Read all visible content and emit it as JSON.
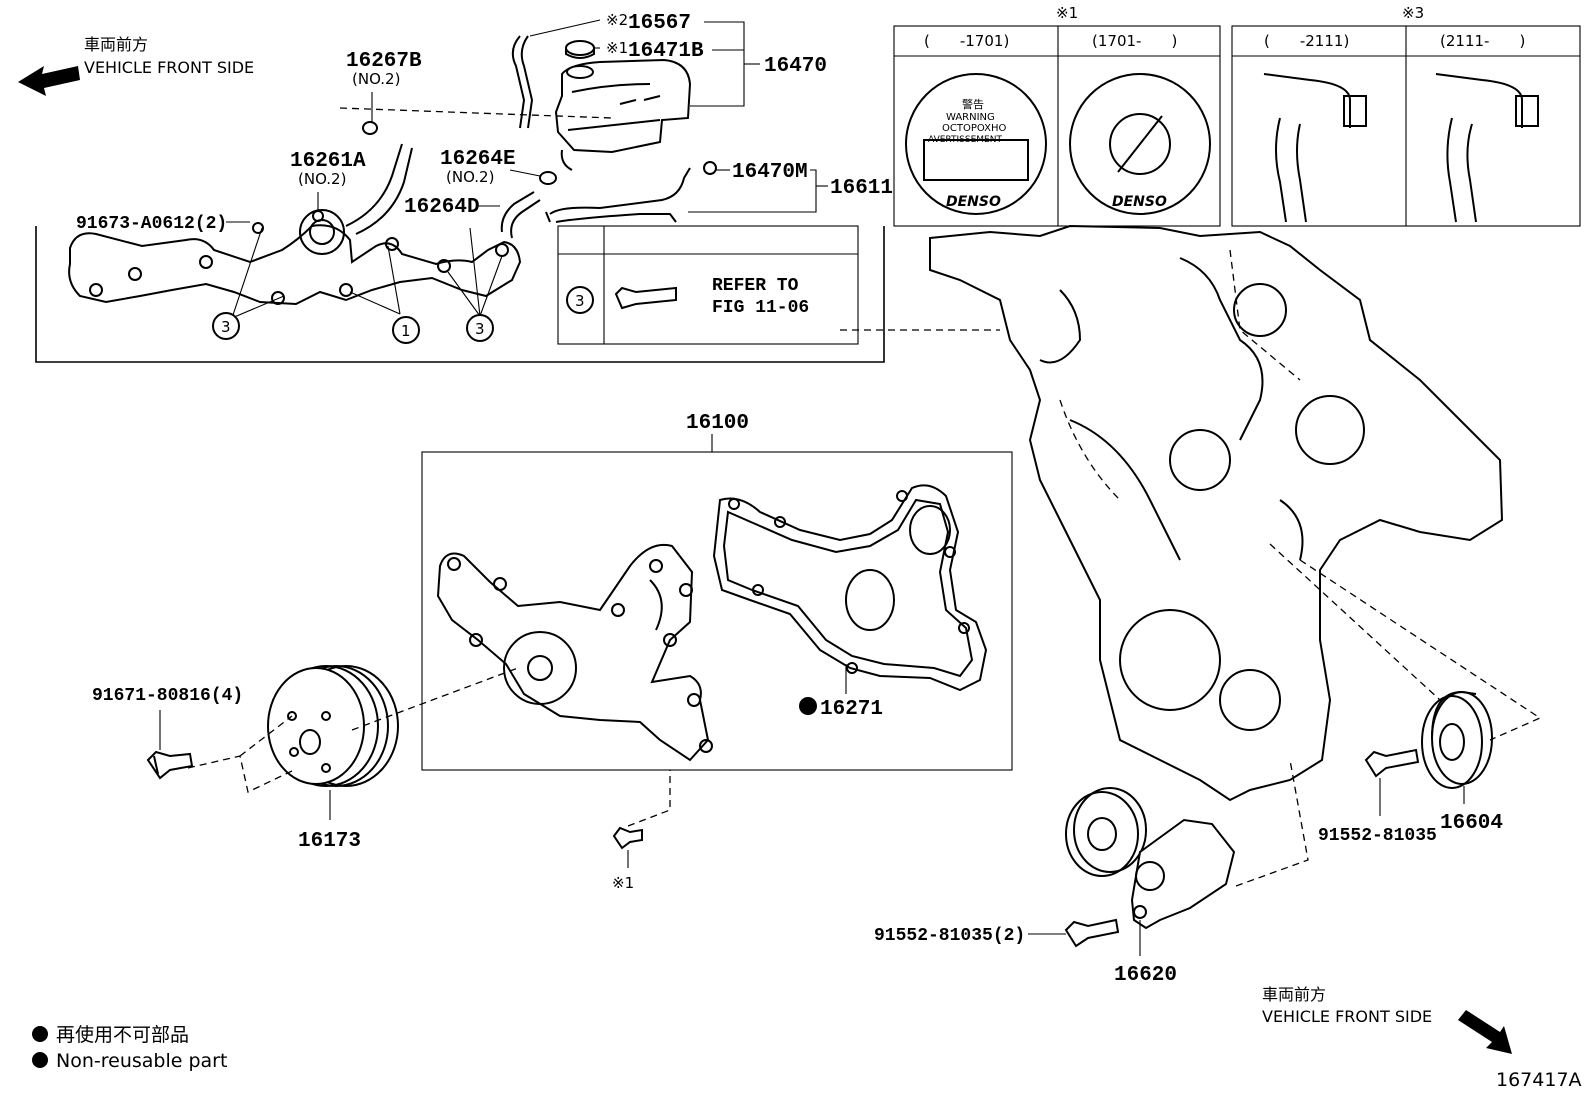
{
  "direction_labels": {
    "top_left_jp": "車両前方",
    "top_left_en": "VEHICLE FRONT SIDE",
    "bottom_right_jp": "車両前方",
    "bottom_right_en": "VEHICLE FRONT SIDE"
  },
  "parts": {
    "p16567": "16567",
    "p16567_note": "※2",
    "p16471B": "16471B",
    "p16471B_note": "※1",
    "p16470": "16470",
    "p16267B": "16267B",
    "p16267B_sub": "(NO.2)",
    "p16261A": "16261A",
    "p16261A_sub": "(NO.2)",
    "p16264E": "16264E",
    "p16264E_sub": "(NO.2)",
    "p16264D": "16264D",
    "p16470M": "16470M",
    "p16611": "16611",
    "p91673": "91673-A0612(2)",
    "p16100": "16100",
    "p16271": "16271",
    "p91671": "91671-80816(4)",
    "p16173": "16173",
    "p16620": "16620",
    "p16604": "16604",
    "p91552a": "91552-81035",
    "p91552b": "91552-81035(2)",
    "note_x1": "※1"
  },
  "callouts": {
    "c1": "1",
    "c3": "3"
  },
  "refer_box": {
    "line1": "REFER TO",
    "line2": "FIG 11-06",
    "callout": "3"
  },
  "variant_tables": {
    "table1_note": "※1",
    "table1_col1": "(　　-1701)",
    "table1_col2": "(1701-　　)",
    "table3_note": "※3",
    "table3_col1": "(　　-2111)",
    "table3_col2": "(2111-　　)"
  },
  "cap_labels": {
    "warning_jp": "警告",
    "warning_en": "WARNING",
    "warning_ru": "OCTOPOXHO",
    "warning_fr": "AVERTISSEMENT",
    "brand": "DENSO"
  },
  "legend": {
    "jp": "再使用不可部品",
    "en": "Non-reusable part"
  },
  "figure_id": "167417A"
}
